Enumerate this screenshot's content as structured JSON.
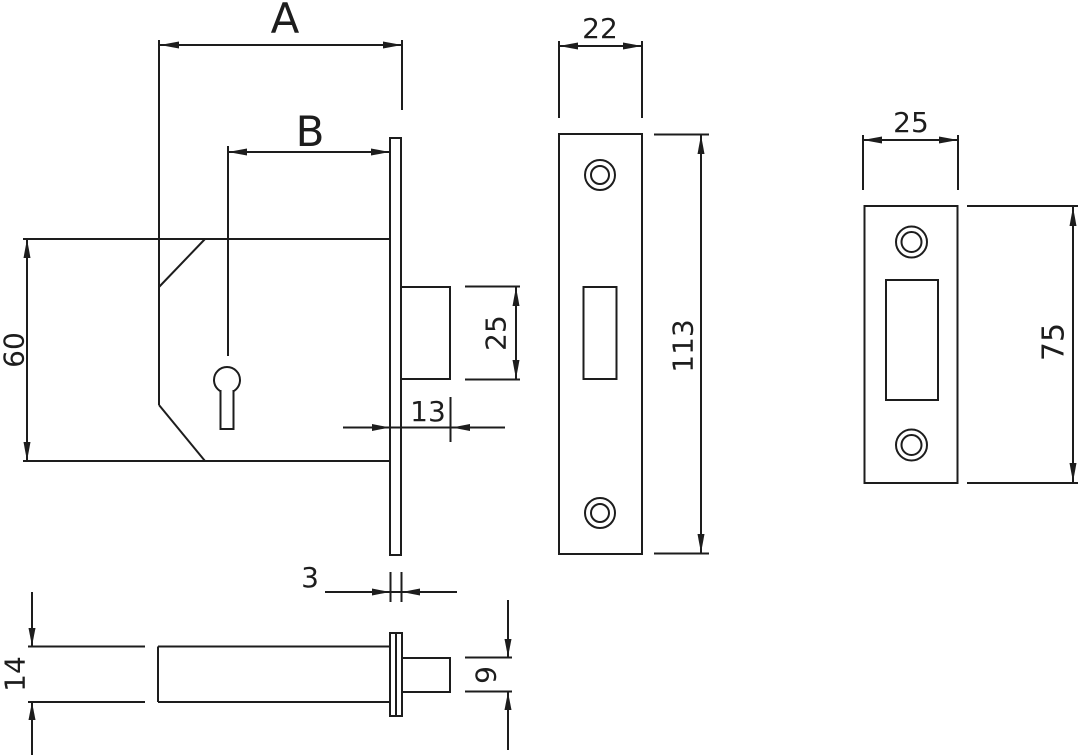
{
  "drawing_title": "Mortice deadlock dimensioned drawing",
  "colors": {
    "background": "#ffffff",
    "line": "#1d1d1d"
  },
  "views": {
    "side_view": "lock case side view",
    "faceplate_view": "faceplate front view",
    "strike_view": "strike plate front view",
    "top_view": "lock case top view"
  },
  "labels": {
    "dim_a": "A",
    "dim_b": "B",
    "case_height_mm": "60",
    "bolt_height_mm": "25",
    "bolt_throw_mm": "13",
    "faceplate_thickness_mm": "3",
    "faceplate_width_mm": "22",
    "faceplate_length_mm": "113",
    "strike_width_mm": "25",
    "strike_length_mm": "75",
    "case_depth_mm": "14",
    "bolt_width_mm": "9"
  }
}
